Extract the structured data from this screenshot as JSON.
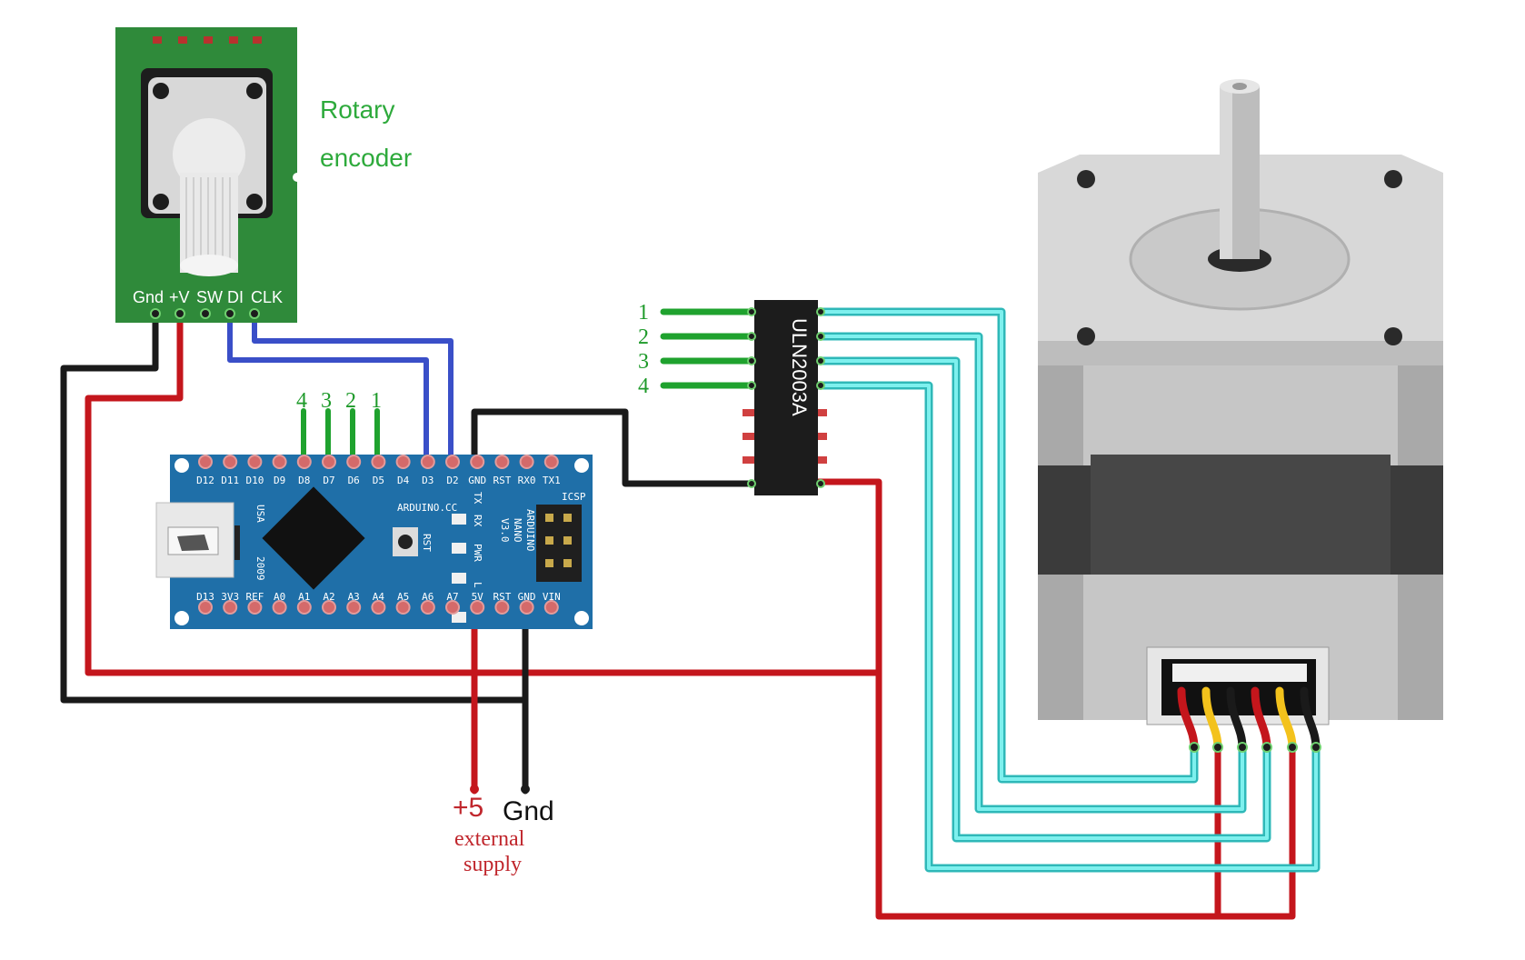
{
  "encoder": {
    "title_line1": "Rotary",
    "title_line2": "encoder",
    "pins": [
      "Gnd",
      "+V",
      "SW",
      "DI",
      "CLK"
    ]
  },
  "nano": {
    "board_text": [
      "ARDUINO.CC",
      "ARDUINO",
      "NANO",
      "V3.0"
    ],
    "usa": "USA",
    "year": "2009",
    "rst": "RST",
    "icsp": "ICSP",
    "led_labels": [
      "TX",
      "RX",
      "PWR",
      "L"
    ],
    "top_pins": [
      "D12",
      "D11",
      "D10",
      "D9",
      "D8",
      "D7",
      "D6",
      "D5",
      "D4",
      "D3",
      "D2",
      "GND",
      "RST",
      "RX0",
      "TX1"
    ],
    "bottom_pins": [
      "D13",
      "3V3",
      "REF",
      "A0",
      "A1",
      "A2",
      "A3",
      "A4",
      "A5",
      "A6",
      "A7",
      "5V",
      "RST",
      "GND",
      "VIN"
    ],
    "signal_numbers": [
      "4",
      "3",
      "2",
      "1"
    ]
  },
  "driver": {
    "chip": "ULN2003A",
    "input_numbers": [
      "1",
      "2",
      "3",
      "4"
    ]
  },
  "supply": {
    "plus": "+5",
    "gnd": "Gnd",
    "line1": "external",
    "line2": "supply"
  },
  "colors": {
    "wire_red": "#c4161c",
    "wire_black": "#1a1a1a",
    "wire_blue": "#3a4fc8",
    "wire_green": "#1fa22e",
    "wire_cyan": "#3fd6d6",
    "board_blue": "#1f6fa8",
    "encoder_pcb": "#2f8a3a"
  }
}
